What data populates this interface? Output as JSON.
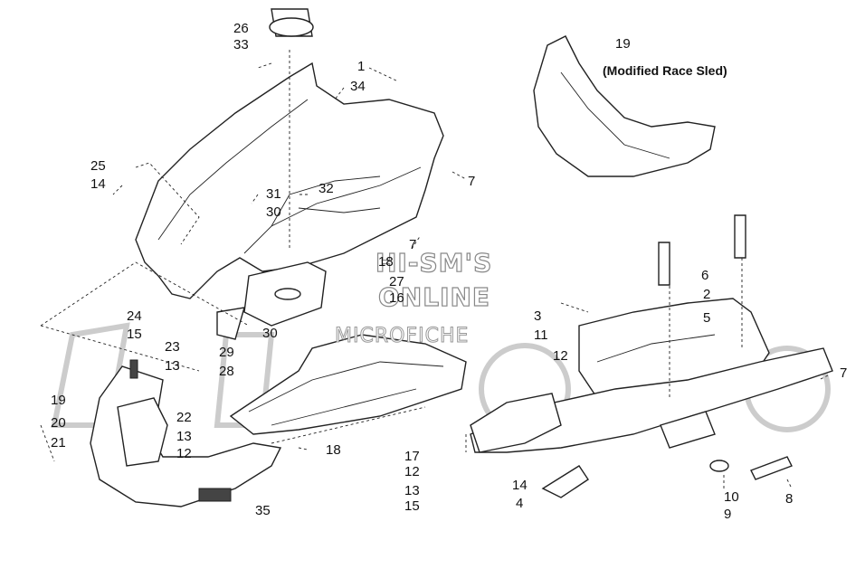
{
  "watermark": {
    "line1": "HI-SM'S",
    "line2": "ONLINE",
    "line3": "MICROFICHE"
  },
  "caption": "(Modified Race Sled)",
  "callouts": [
    {
      "id": "c26",
      "text": "26"
    },
    {
      "id": "c33",
      "text": "33"
    },
    {
      "id": "c1",
      "text": "1"
    },
    {
      "id": "c34",
      "text": "34"
    },
    {
      "id": "c19top",
      "text": "19"
    },
    {
      "id": "c25",
      "text": "25"
    },
    {
      "id": "c14a",
      "text": "14"
    },
    {
      "id": "c7a",
      "text": "7"
    },
    {
      "id": "c31",
      "text": "31"
    },
    {
      "id": "c32",
      "text": "32"
    },
    {
      "id": "c30a",
      "text": "30"
    },
    {
      "id": "c7b",
      "text": "7"
    },
    {
      "id": "c18a",
      "text": "18"
    },
    {
      "id": "c27",
      "text": "27"
    },
    {
      "id": "c16",
      "text": "16"
    },
    {
      "id": "c6",
      "text": "6"
    },
    {
      "id": "c2",
      "text": "2"
    },
    {
      "id": "c5",
      "text": "5"
    },
    {
      "id": "c24",
      "text": "24"
    },
    {
      "id": "c15a",
      "text": "15"
    },
    {
      "id": "c30b",
      "text": "30"
    },
    {
      "id": "c3",
      "text": "3"
    },
    {
      "id": "c11",
      "text": "11"
    },
    {
      "id": "c23",
      "text": "23"
    },
    {
      "id": "c29",
      "text": "29"
    },
    {
      "id": "c13a",
      "text": "13"
    },
    {
      "id": "c28",
      "text": "28"
    },
    {
      "id": "c12a",
      "text": "12"
    },
    {
      "id": "c7c",
      "text": "7"
    },
    {
      "id": "c19",
      "text": "19"
    },
    {
      "id": "c22",
      "text": "22"
    },
    {
      "id": "c20",
      "text": "20"
    },
    {
      "id": "c13b",
      "text": "13"
    },
    {
      "id": "c21",
      "text": "21"
    },
    {
      "id": "c12b",
      "text": "12"
    },
    {
      "id": "c18b",
      "text": "18"
    },
    {
      "id": "c17",
      "text": "17"
    },
    {
      "id": "c12c",
      "text": "12"
    },
    {
      "id": "c14b",
      "text": "14"
    },
    {
      "id": "c13c",
      "text": "13"
    },
    {
      "id": "c10",
      "text": "10"
    },
    {
      "id": "c8",
      "text": "8"
    },
    {
      "id": "c15b",
      "text": "15"
    },
    {
      "id": "c4",
      "text": "4"
    },
    {
      "id": "c9",
      "text": "9"
    },
    {
      "id": "c35",
      "text": "35"
    }
  ]
}
